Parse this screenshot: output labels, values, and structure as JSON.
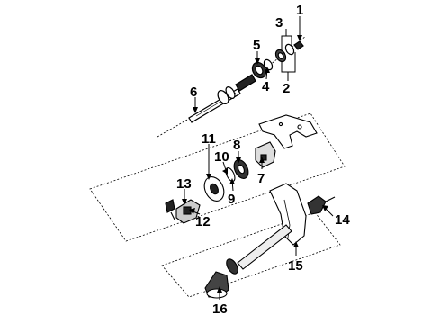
{
  "diagram": {
    "type": "exploded-parts-diagram",
    "colors": {
      "line": "#000000",
      "background": "#ffffff"
    },
    "callouts": [
      {
        "id": "1",
        "label": "1"
      },
      {
        "id": "2",
        "label": "2"
      },
      {
        "id": "3",
        "label": "3"
      },
      {
        "id": "4",
        "label": "4"
      },
      {
        "id": "5",
        "label": "5"
      },
      {
        "id": "6",
        "label": "6"
      },
      {
        "id": "7",
        "label": "7"
      },
      {
        "id": "8",
        "label": "8"
      },
      {
        "id": "9",
        "label": "9"
      },
      {
        "id": "10",
        "label": "10"
      },
      {
        "id": "11",
        "label": "11"
      },
      {
        "id": "12",
        "label": "12"
      },
      {
        "id": "13",
        "label": "13"
      },
      {
        "id": "14",
        "label": "14"
      },
      {
        "id": "15",
        "label": "15"
      },
      {
        "id": "16",
        "label": "16"
      }
    ]
  }
}
